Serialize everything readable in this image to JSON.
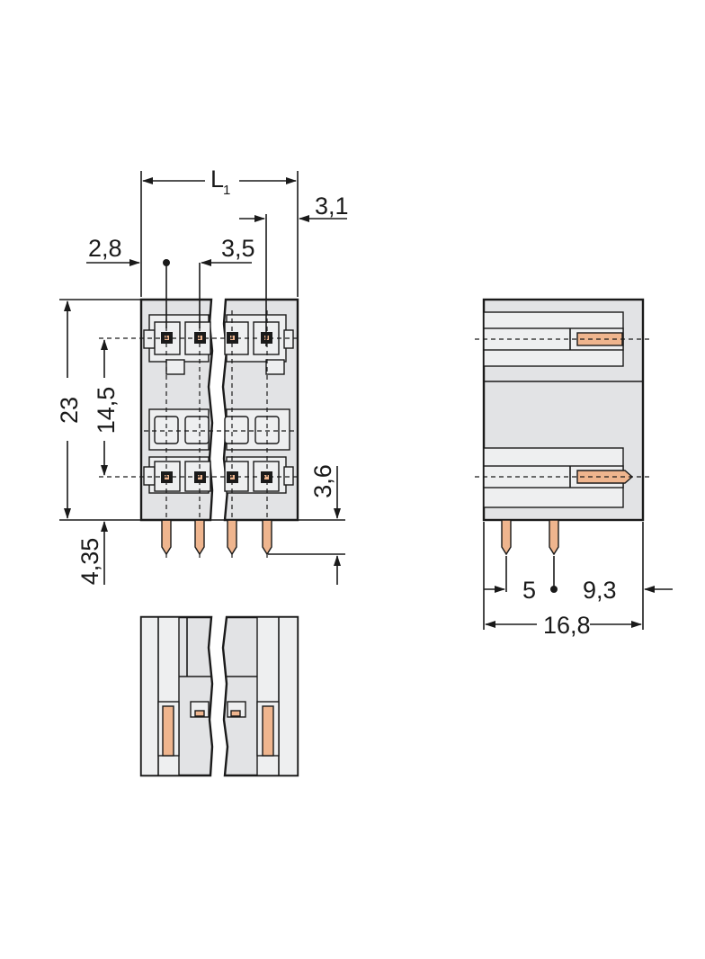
{
  "dimensions": {
    "length_label": "L",
    "length_subscript": "1",
    "end_offset": "3,1",
    "first_pin_offset": "2,8",
    "pitch": "3,5",
    "height": "23",
    "row_spacing": "14,5",
    "pin_edge_distance": "3,6",
    "pin_length": "4,35",
    "pin_offset_side": "5",
    "depth_rest": "9,3",
    "depth_total": "16,8"
  },
  "colors": {
    "housing": "#e2e3e5",
    "housing_face": "#eeeff0",
    "pin": "#efb58e",
    "line": "#1a1a1a"
  }
}
